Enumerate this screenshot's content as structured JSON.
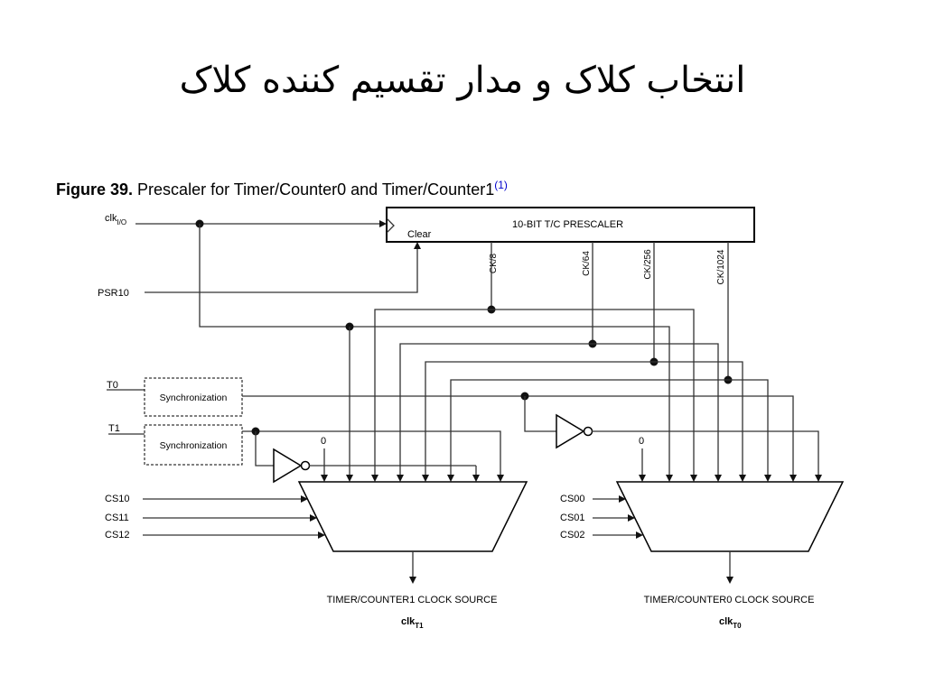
{
  "slide": {
    "title": "انتخاب کلاک و مدار تقسیم کننده کلاک"
  },
  "figure": {
    "number": "Figure 39.",
    "caption": "Prescaler for Timer/Counter0 and Timer/Counter1",
    "footnote": "(1)",
    "footnote_color": "#0000cc"
  },
  "signals": {
    "clk_io": {
      "base": "clk",
      "sub": "I/O"
    },
    "psr10": "PSR10",
    "t0": "T0",
    "t1": "T1",
    "cs1": [
      "CS10",
      "CS11",
      "CS12"
    ],
    "cs0": [
      "CS00",
      "CS01",
      "CS02"
    ]
  },
  "prescaler": {
    "label": "10-BIT T/C PRESCALER",
    "clear": "Clear",
    "taps": [
      "CK/8",
      "CK/64",
      "CK/256",
      "CK/1024"
    ]
  },
  "sync": {
    "label": "Synchronization"
  },
  "constants": {
    "zero": "0"
  },
  "outputs": {
    "timer1": {
      "label": "TIMER/COUNTER1 CLOCK SOURCE",
      "clk": "clk",
      "sub": "T1"
    },
    "timer0": {
      "label": "TIMER/COUNTER0 CLOCK SOURCE",
      "clk": "clk",
      "sub": "T0"
    }
  }
}
